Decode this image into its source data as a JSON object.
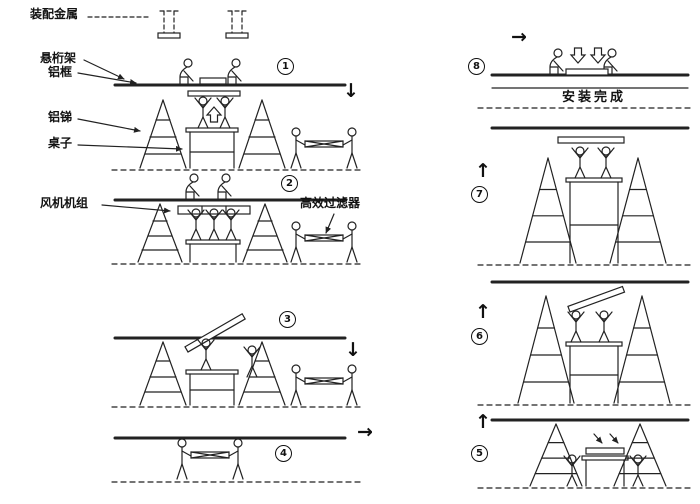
{
  "diagram": {
    "background": "#ffffff",
    "line_color": "#222222",
    "labels": {
      "assembly_metal": "装配金属",
      "suspension_truss": "悬桁架",
      "aluminum_frame": "铝框",
      "aluminum_ladder": "铝锑",
      "table": "桌子",
      "fan_unit": "风机机组",
      "hepa_filter": "高效过滤器",
      "install_complete": "安装完成"
    },
    "steps": [
      {
        "number": "1"
      },
      {
        "number": "2"
      },
      {
        "number": "3"
      },
      {
        "number": "4"
      },
      {
        "number": "5"
      },
      {
        "number": "6"
      },
      {
        "number": "7"
      },
      {
        "number": "8"
      }
    ],
    "arrows": {
      "after_step1": "↓",
      "after_step3": "↓",
      "after_step4": "→",
      "before_step8": "→",
      "before_step7": "↑",
      "before_step6": "↑",
      "before_step5": "↑"
    }
  }
}
